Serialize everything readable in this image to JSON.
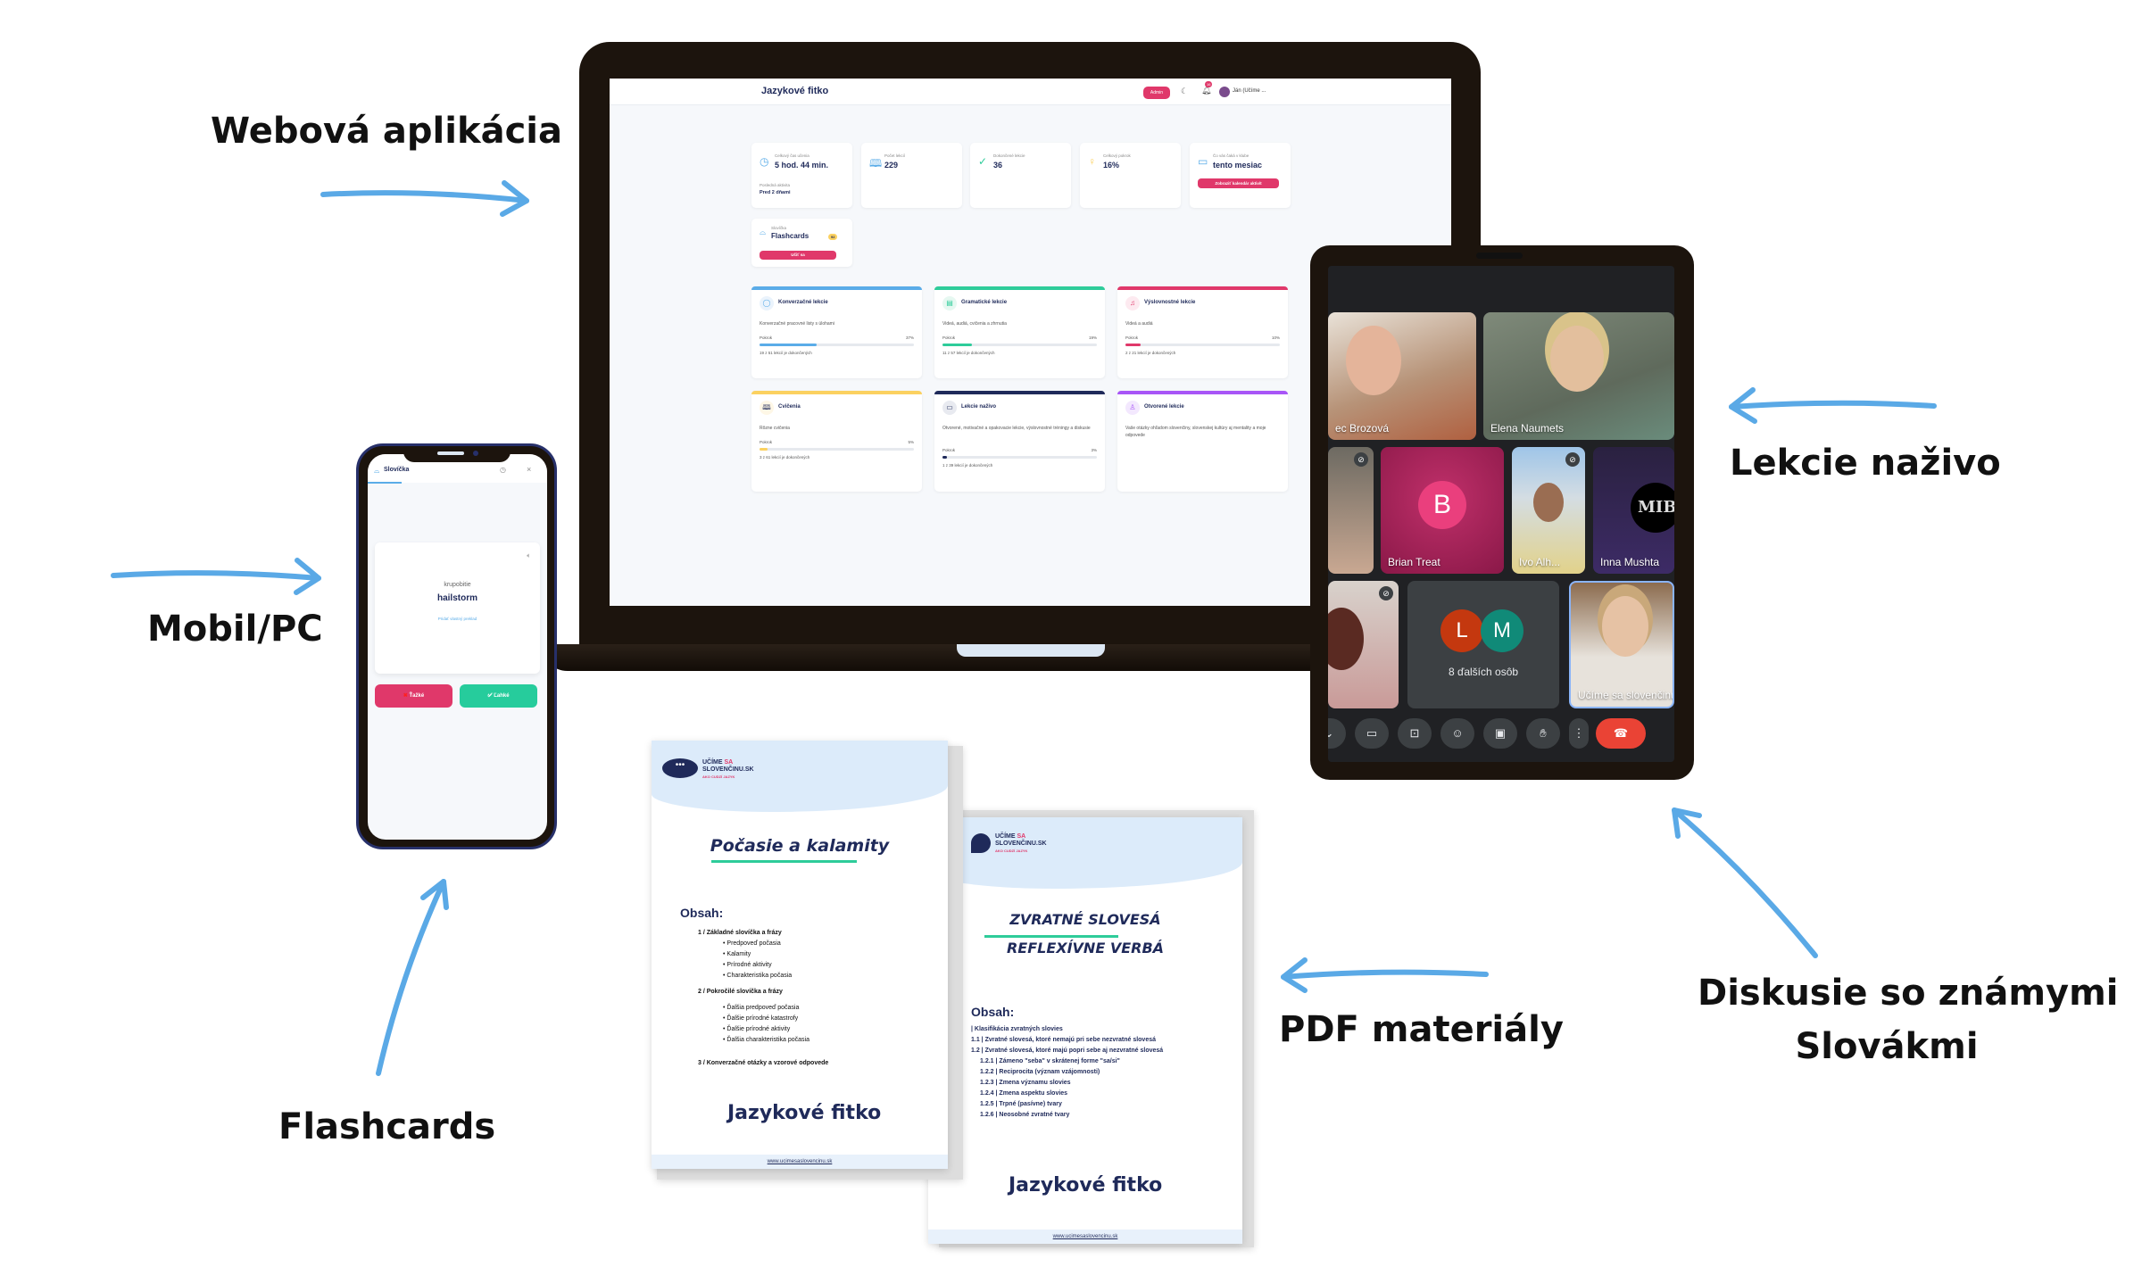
{
  "labels": {
    "webapp": "Webová aplikácia",
    "live": "Lekcie naživo",
    "mobile": "Mobil/PC",
    "flashcards": "Flashcards",
    "pdf": "PDF materiály",
    "discussion_line1": "Diskusie so známymi",
    "discussion_line2": "Slovákmi"
  },
  "colors": {
    "arrow": "#5aa9e6",
    "accent": "#e0386a",
    "navy": "#1f2a5a",
    "green": "#2ecc9a"
  },
  "webapp": {
    "header": {
      "logo": "Jazykové fitko",
      "admin": "Admin",
      "notifications": "16",
      "user": "Ján (Učíme ..."
    },
    "stats": [
      {
        "label": "Celkový čas učenia",
        "value": "5 hod. 44 min.",
        "sub_label": "Posledná aktivita",
        "sub_value": "Pred 2 dňami",
        "icon": "clock-icon"
      },
      {
        "label": "Počet lekcií",
        "value": "229",
        "icon": "book-icon"
      },
      {
        "label": "Dokončené lekcie",
        "value": "36",
        "icon": "check-circle-icon"
      },
      {
        "label": "Celkový pokrok",
        "value": "16%",
        "icon": "award-icon"
      },
      {
        "label": "Čo vás čaká v klube",
        "value": "tento mesiac",
        "button": "Zobraziť kalendár aktivít",
        "icon": "calendar-icon"
      }
    ],
    "flashcards_card": {
      "label": "Slovíčka",
      "title": "Flashcards",
      "badge": "92",
      "button": "Učiť sa"
    },
    "lessons": [
      {
        "title": "Konverzačné lekcie",
        "desc": "Konverzačné pracovné listy s úlohami",
        "progress_label": "Pokrok",
        "percent_text": "37%",
        "progress": 0.37,
        "done": "19 z 51 lekcií je dokončených",
        "color": "#5aace8",
        "icon": "chat-icon"
      },
      {
        "title": "Gramatické lekcie",
        "desc": "Videá, audiá, cvičenia a zhrnutia",
        "progress_label": "Pokrok",
        "percent_text": "19%",
        "progress": 0.19,
        "done": "11 z 57 lekcií je dokončených",
        "color": "#2ecc9a",
        "icon": "notebook-icon"
      },
      {
        "title": "Výslovnostné lekcie",
        "desc": "Videá a audiá",
        "progress_label": "Pokrok",
        "percent_text": "10%",
        "progress": 0.1,
        "done": "2 z 21 lekcií je dokončených",
        "color": "#e0386a",
        "icon": "music-icon"
      },
      {
        "title": "Cvičenia",
        "desc": "Rôzne cvičenia",
        "progress_label": "Pokrok",
        "percent_text": "5%",
        "progress": 0.05,
        "done": "3 z 61 lekcií je dokončených",
        "color": "#fbd160",
        "icon": "open-book-icon"
      },
      {
        "title": "Lekcie naživo",
        "desc": "Otvorené, motivačné a opakovacie lekcie, výslovnostné tréningy a diskusie",
        "progress_label": "Pokrok",
        "percent_text": "3%",
        "progress": 0.03,
        "done": "1 z 39 lekcií je dokončených",
        "color": "#1f2a5a",
        "icon": "video-icon"
      },
      {
        "title": "Otvorené lekcie",
        "desc": "Vaše otázky ohľadom slovenčiny, slovenskej kultúry aj mentality a moje odpovede",
        "color": "#a855f7",
        "icon": "ribbon-icon"
      }
    ]
  },
  "phone": {
    "title": "Slovíčka",
    "word": "krupobitie",
    "translation": "hailstorm",
    "link": "Pridať vlastný preklad",
    "hard": "Ťažké",
    "easy": "Ľahké"
  },
  "meet": {
    "tiles": [
      "ec Brozová",
      "Elena Naumets",
      "Brian Treat",
      "Ivo Alh...",
      "Inna Mushta",
      "Učíme sa slovenčinu"
    ],
    "avatar_b": "B",
    "avatar_l": "L",
    "avatar_m": "M",
    "mib": "MIB",
    "more": "8 ďalších osôb"
  },
  "pdf1": {
    "brand_line1": "UČÍME",
    "brand_sa": "SA",
    "brand_line2": "SLOVENČINU.SK",
    "brand_tag": "AKO CUDZÍ JAZYK",
    "title": "Počasie a kalamity",
    "contents": "Obsah:",
    "sections": [
      {
        "heading": "1 / Základné slovíčka a frázy",
        "items": [
          "Predpoveď počasia",
          "Kalamity",
          "Prírodné aktivity",
          "Charakteristika počasia"
        ]
      },
      {
        "heading": "2 / Pokročilé slovíčka a frázy",
        "items": [
          "Ďalšia predpoveď počasia",
          "Ďalšie prírodné katastrofy",
          "Ďalšie prírodné aktivity",
          "Ďalšia charakteristika počasia"
        ]
      },
      {
        "heading": "3 / Konverzačné otázky a vzorové odpovede",
        "items": []
      }
    ],
    "logo": "Jazykové fitko",
    "url": "www.ucimesaslovencinu.sk"
  },
  "pdf2": {
    "brand_line1": "UČÍME",
    "brand_sa": "SA",
    "brand_line2": "SLOVENČINU.SK",
    "brand_tag": "AKO CUDZÍ JAZYK",
    "title1": "ZVRATNÉ SLOVESÁ",
    "title2": "REFLEXÍVNE VERBÁ",
    "contents": "Obsah:",
    "toc": [
      "| Klasifikácia zvratných slovies",
      "1.1 | Zvratné slovesá, ktoré nemajú pri sebe nezvratné slovesá",
      "1.2 | Zvratné slovesá, ktoré majú popri sebe aj nezvratné slovesá",
      "1.2.1 | Zámeno \"seba\" v skrátenej forme \"sa/si\"",
      "1.2.2 | Reciprocita (význam vzájomnosti)",
      "1.2.3 | Zmena významu slovies",
      "1.2.4 | Zmena aspektu slovies",
      "1.2.5 | Trpné (pasívne) tvary",
      "1.2.6 | Neosobné zvratné tvary"
    ],
    "logo": "Jazykové fitko",
    "url": "www.ucimesaslovencinu.sk"
  }
}
